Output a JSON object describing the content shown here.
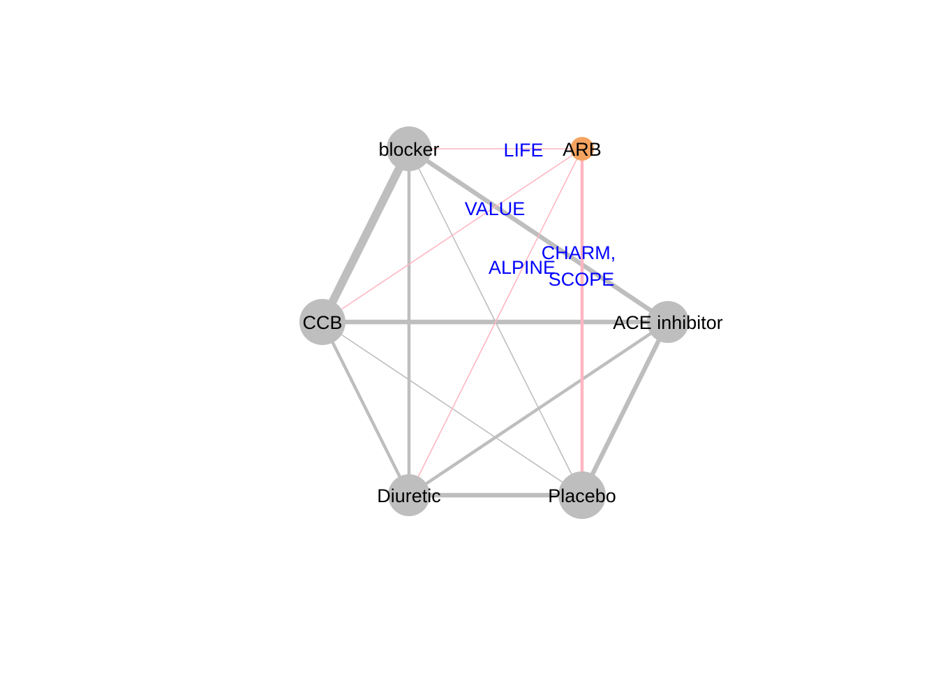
{
  "diagram": {
    "type": "network",
    "colors": {
      "edge_default": "#bebebe",
      "edge_highlight": "#ffb6c1",
      "node_default": "#bebebe",
      "node_highlight": "#f4a460",
      "node_label": "#000000",
      "edge_label": "#0000ff",
      "background": "#ffffff"
    },
    "nodes": [
      {
        "id": "blocker",
        "label": "blocker",
        "highlight": false
      },
      {
        "id": "arb",
        "label": "ARB",
        "highlight": true
      },
      {
        "id": "ccb",
        "label": "CCB",
        "highlight": false
      },
      {
        "id": "ace",
        "label": "ACE inhibitor",
        "highlight": false
      },
      {
        "id": "diuretic",
        "label": "Diuretic",
        "highlight": false
      },
      {
        "id": "placebo",
        "label": "Placebo",
        "highlight": false
      }
    ],
    "edges": [
      {
        "from": "blocker",
        "to": "ccb",
        "weight": 5,
        "highlight": false
      },
      {
        "from": "blocker",
        "to": "ace",
        "weight": 3,
        "highlight": false
      },
      {
        "from": "blocker",
        "to": "diuretic",
        "weight": 2,
        "highlight": false
      },
      {
        "from": "blocker",
        "to": "placebo",
        "weight": 1,
        "highlight": false
      },
      {
        "from": "ccb",
        "to": "ace",
        "weight": 3,
        "highlight": false
      },
      {
        "from": "ccb",
        "to": "diuretic",
        "weight": 2,
        "highlight": false
      },
      {
        "from": "ccb",
        "to": "placebo",
        "weight": 1,
        "highlight": false
      },
      {
        "from": "ace",
        "to": "diuretic",
        "weight": 2,
        "highlight": false
      },
      {
        "from": "ace",
        "to": "placebo",
        "weight": 3,
        "highlight": false
      },
      {
        "from": "diuretic",
        "to": "placebo",
        "weight": 3,
        "highlight": false
      },
      {
        "from": "blocker",
        "to": "arb",
        "weight": 1,
        "highlight": true
      },
      {
        "from": "ccb",
        "to": "arb",
        "weight": 1,
        "highlight": true
      },
      {
        "from": "diuretic",
        "to": "arb",
        "weight": 1,
        "highlight": true
      },
      {
        "from": "placebo",
        "to": "arb",
        "weight": 2,
        "highlight": true
      }
    ],
    "edge_labels": [
      {
        "text": "LIFE"
      },
      {
        "text": "VALUE"
      },
      {
        "text": "ALPINE"
      },
      {
        "lines": [
          "CHARM,",
          "SCOPE"
        ]
      }
    ]
  }
}
